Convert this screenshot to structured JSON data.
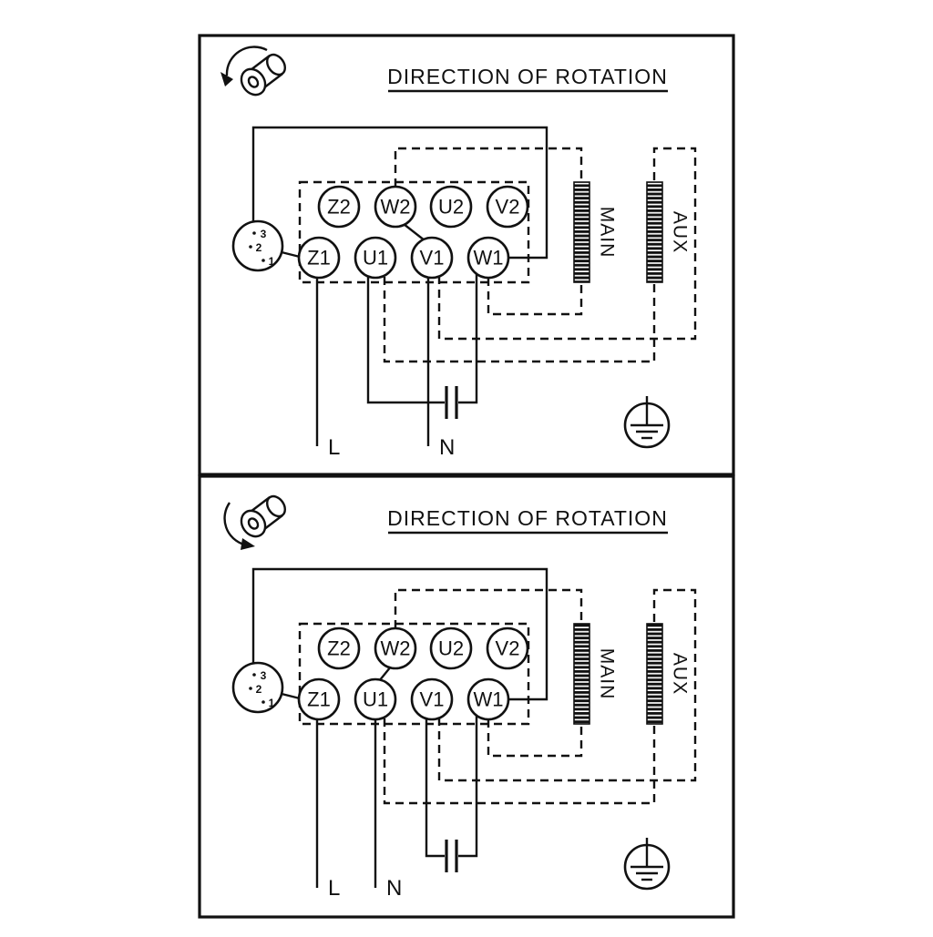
{
  "colors": {
    "line": "#111111",
    "background": "#ffffff"
  },
  "panels": [
    {
      "title": "DIRECTION OF ROTATION",
      "rotation_direction": "counter-clockwise",
      "terminals_top": [
        "Z2",
        "W2",
        "U2",
        "V2"
      ],
      "terminals_bottom": [
        "Z1",
        "U1",
        "V1",
        "W1"
      ],
      "winding_main_label": "MAIN",
      "winding_aux_label": "AUX",
      "line_label": "L",
      "neutral_label": "N",
      "selector_positions": [
        "3",
        "2",
        "1"
      ]
    },
    {
      "title": "DIRECTION OF ROTATION",
      "rotation_direction": "clockwise",
      "terminals_top": [
        "Z2",
        "W2",
        "U2",
        "V2"
      ],
      "terminals_bottom": [
        "Z1",
        "U1",
        "V1",
        "W1"
      ],
      "winding_main_label": "MAIN",
      "winding_aux_label": "AUX",
      "line_label": "L",
      "neutral_label": "N",
      "selector_positions": [
        "3",
        "2",
        "1"
      ]
    }
  ]
}
